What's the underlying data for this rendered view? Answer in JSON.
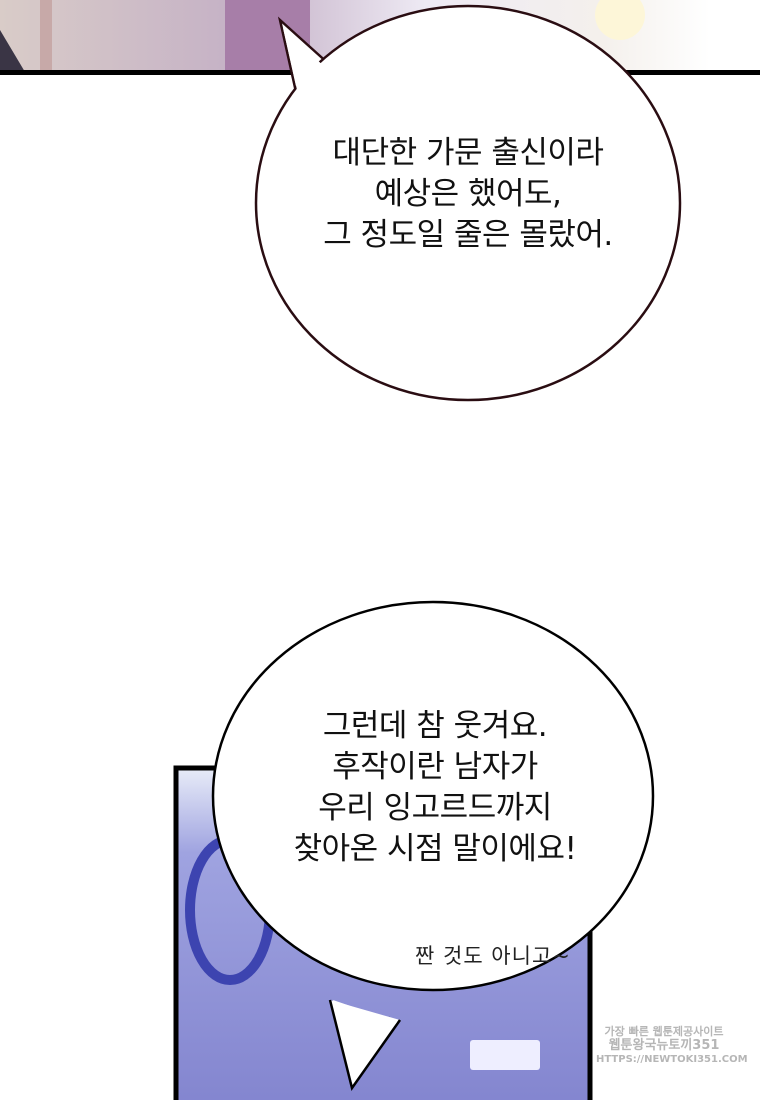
{
  "panels": {
    "top_panel": "illustration",
    "bottom_panel": "illustration"
  },
  "bubbles": [
    {
      "lines": [
        "대단한 가문 출신이라",
        "예상은 했어도,",
        "그 정도일 줄은 몰랐어."
      ]
    },
    {
      "lines": [
        "그런데 참 웃겨요.",
        "후작이란 남자가",
        "우리 잉고르드까지",
        "찾아온 시점 말이에요!"
      ]
    }
  ],
  "aside_text": "짠 것도 아니고~",
  "watermark": {
    "lines": [
      "가장 빠른 웹툰제공사이트",
      "웹툰왕국뉴토끼351",
      "HTTPS://NEWTOKI351.COM"
    ]
  },
  "colors": {
    "bubble_outline": "#2a0d12",
    "panel_border": "#000000",
    "bottom_tint": "#8e8fd6",
    "top_tint": "#c9b3cf"
  }
}
